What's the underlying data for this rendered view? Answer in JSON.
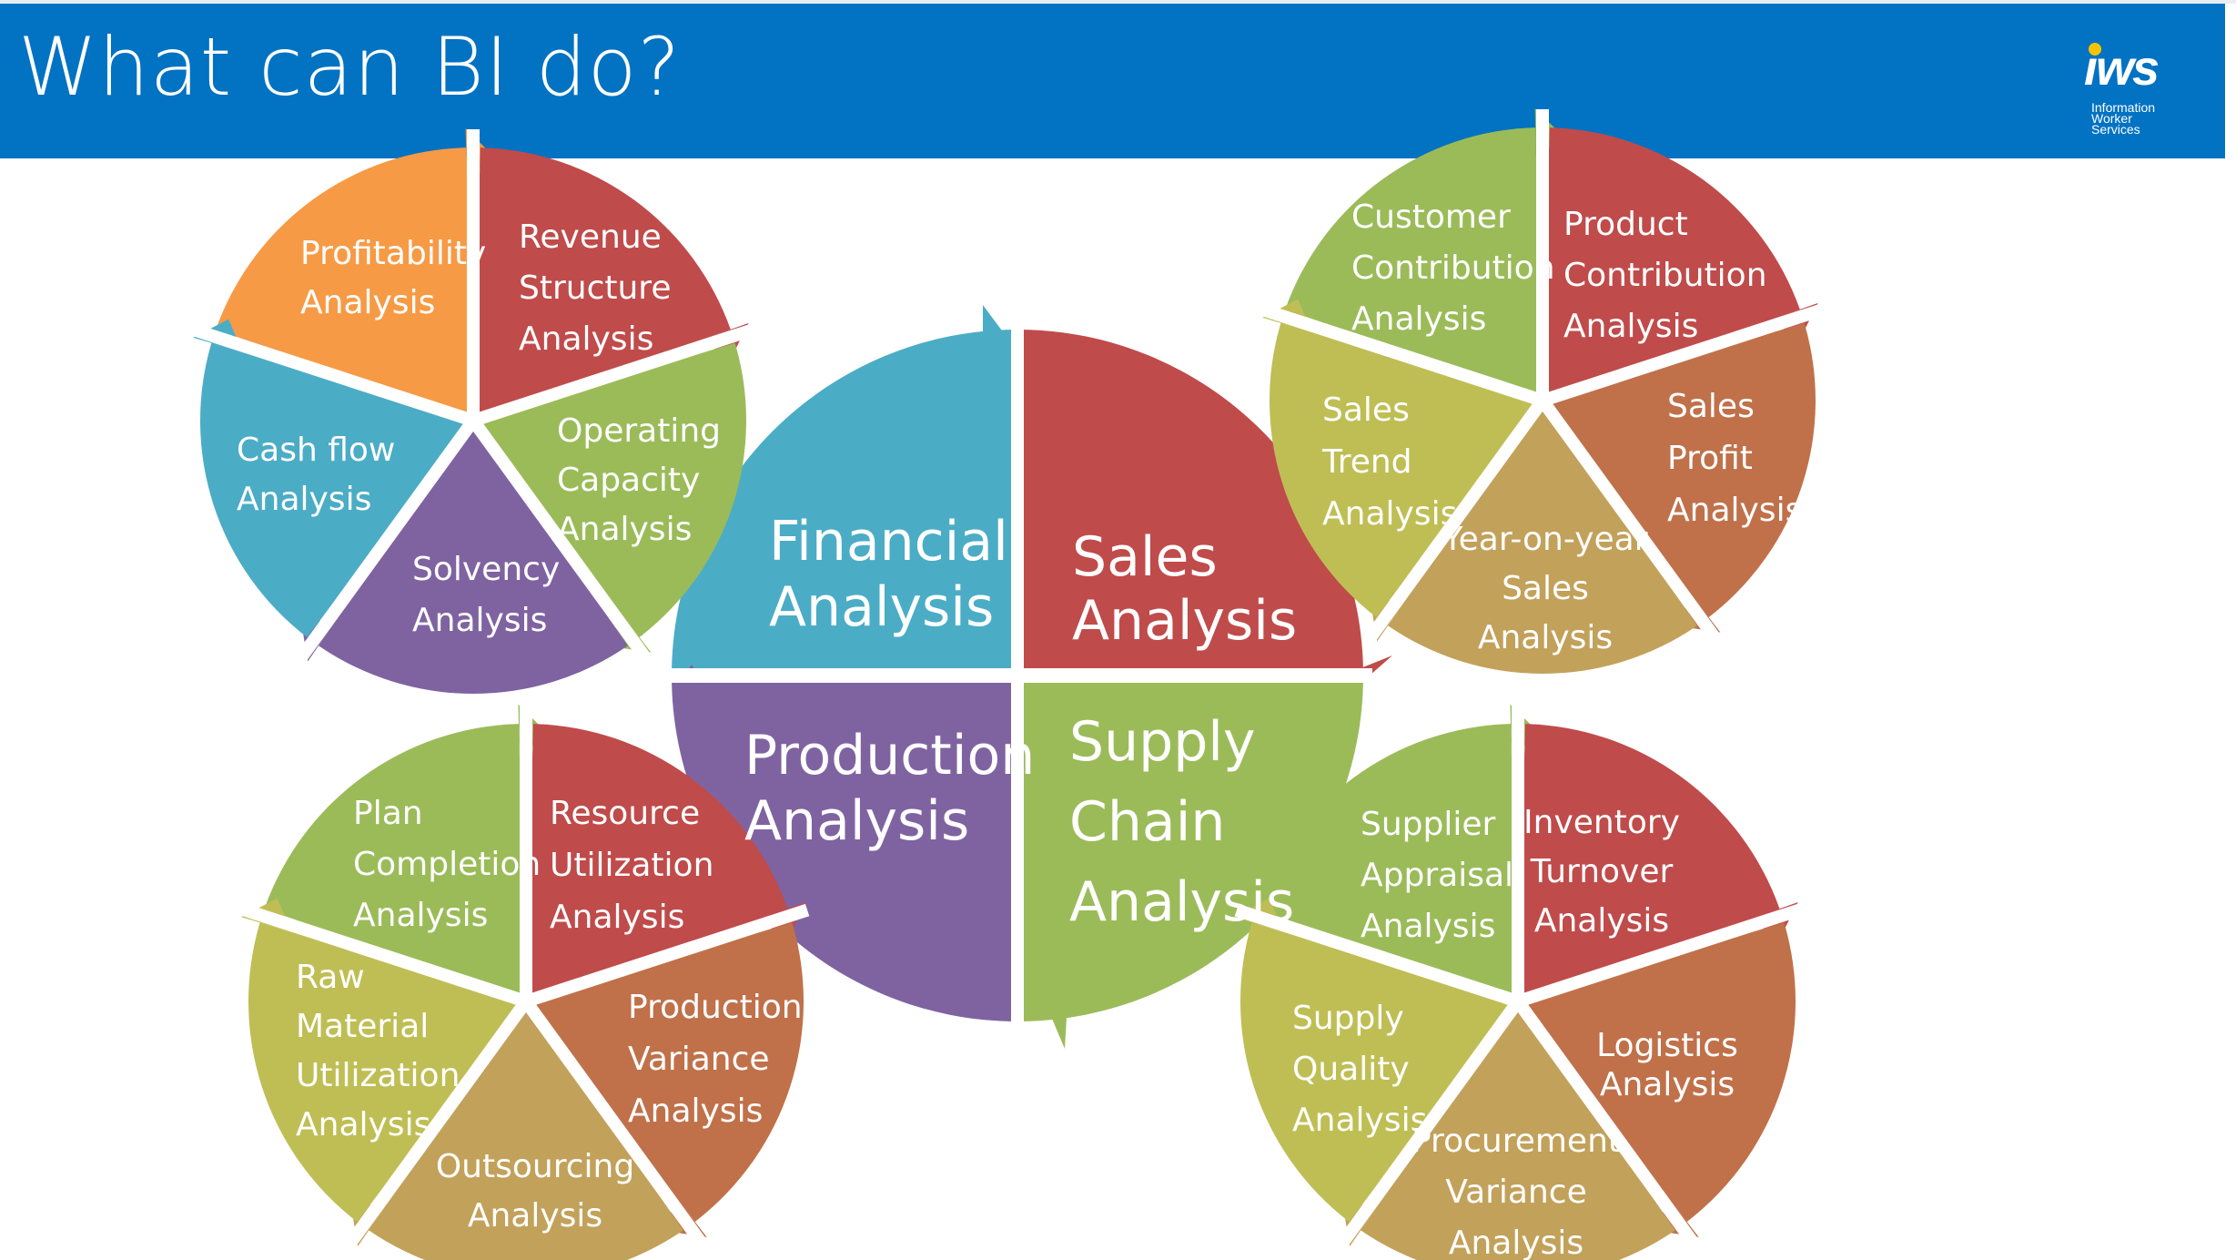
{
  "title": "What can BI do?",
  "logo": {
    "mark": "iws",
    "lines": [
      "Information",
      "Worker",
      "Services"
    ]
  },
  "colors": {
    "header": "#0272c3",
    "orange": "#f79a45",
    "red": "#c04b4b",
    "green": "#9bbb59",
    "purple": "#7f63a1",
    "blue": "#4bacc6",
    "olive": "#bfbe55",
    "tan": "#c2a15a",
    "brown": "#c0714a"
  },
  "center": {
    "financial": [
      "Financial",
      "Analysis"
    ],
    "sales": [
      "Sales",
      "Analysis"
    ],
    "production": [
      "Production",
      "Analysis"
    ],
    "supply_chain": [
      "Supply",
      "Chain",
      "Analysis"
    ]
  },
  "financial_cycle": {
    "profitability": [
      "Profitability",
      "Analysis"
    ],
    "revenue_structure": [
      "Revenue",
      "Structure",
      "Analysis"
    ],
    "operating_capacity": [
      "Operating",
      "Capacity",
      "Analysis"
    ],
    "solvency": [
      "Solvency",
      "Analysis"
    ],
    "cash_flow": [
      "Cash flow",
      "Analysis"
    ]
  },
  "sales_cycle": {
    "customer_contribution": [
      "Customer",
      "Contribution",
      "Analysis"
    ],
    "product_contribution": [
      "Product",
      "Contribution",
      "Analysis"
    ],
    "sales_profit": [
      "Sales",
      "Profit",
      "Analysis"
    ],
    "year_on_year": [
      "Year-on-year",
      "Sales",
      "Analysis"
    ],
    "sales_trend": [
      "Sales",
      "Trend",
      "Analysis"
    ]
  },
  "production_cycle": {
    "plan_completion": [
      "Plan",
      "Completion",
      "Analysis"
    ],
    "resource_utilization": [
      "Resource",
      "Utilization",
      "Analysis"
    ],
    "production_variance": [
      "Production",
      "Variance",
      "Analysis"
    ],
    "outsourcing": [
      "Outsourcing",
      "Analysis"
    ],
    "raw_material": [
      "Raw",
      "Material",
      "Utilization",
      "Analysis"
    ]
  },
  "supply_cycle": {
    "supplier_appraisal": [
      "Supplier",
      "Appraisal",
      "Analysis"
    ],
    "inventory_turnover": [
      "Inventory",
      "Turnover",
      "Analysis"
    ],
    "logistics": [
      "Logistics",
      "Analysis"
    ],
    "procurement_variance": [
      "Procurement",
      "Variance",
      "Analysis"
    ],
    "supply_quality": [
      "Supply",
      "Quality",
      "Analysis"
    ]
  }
}
